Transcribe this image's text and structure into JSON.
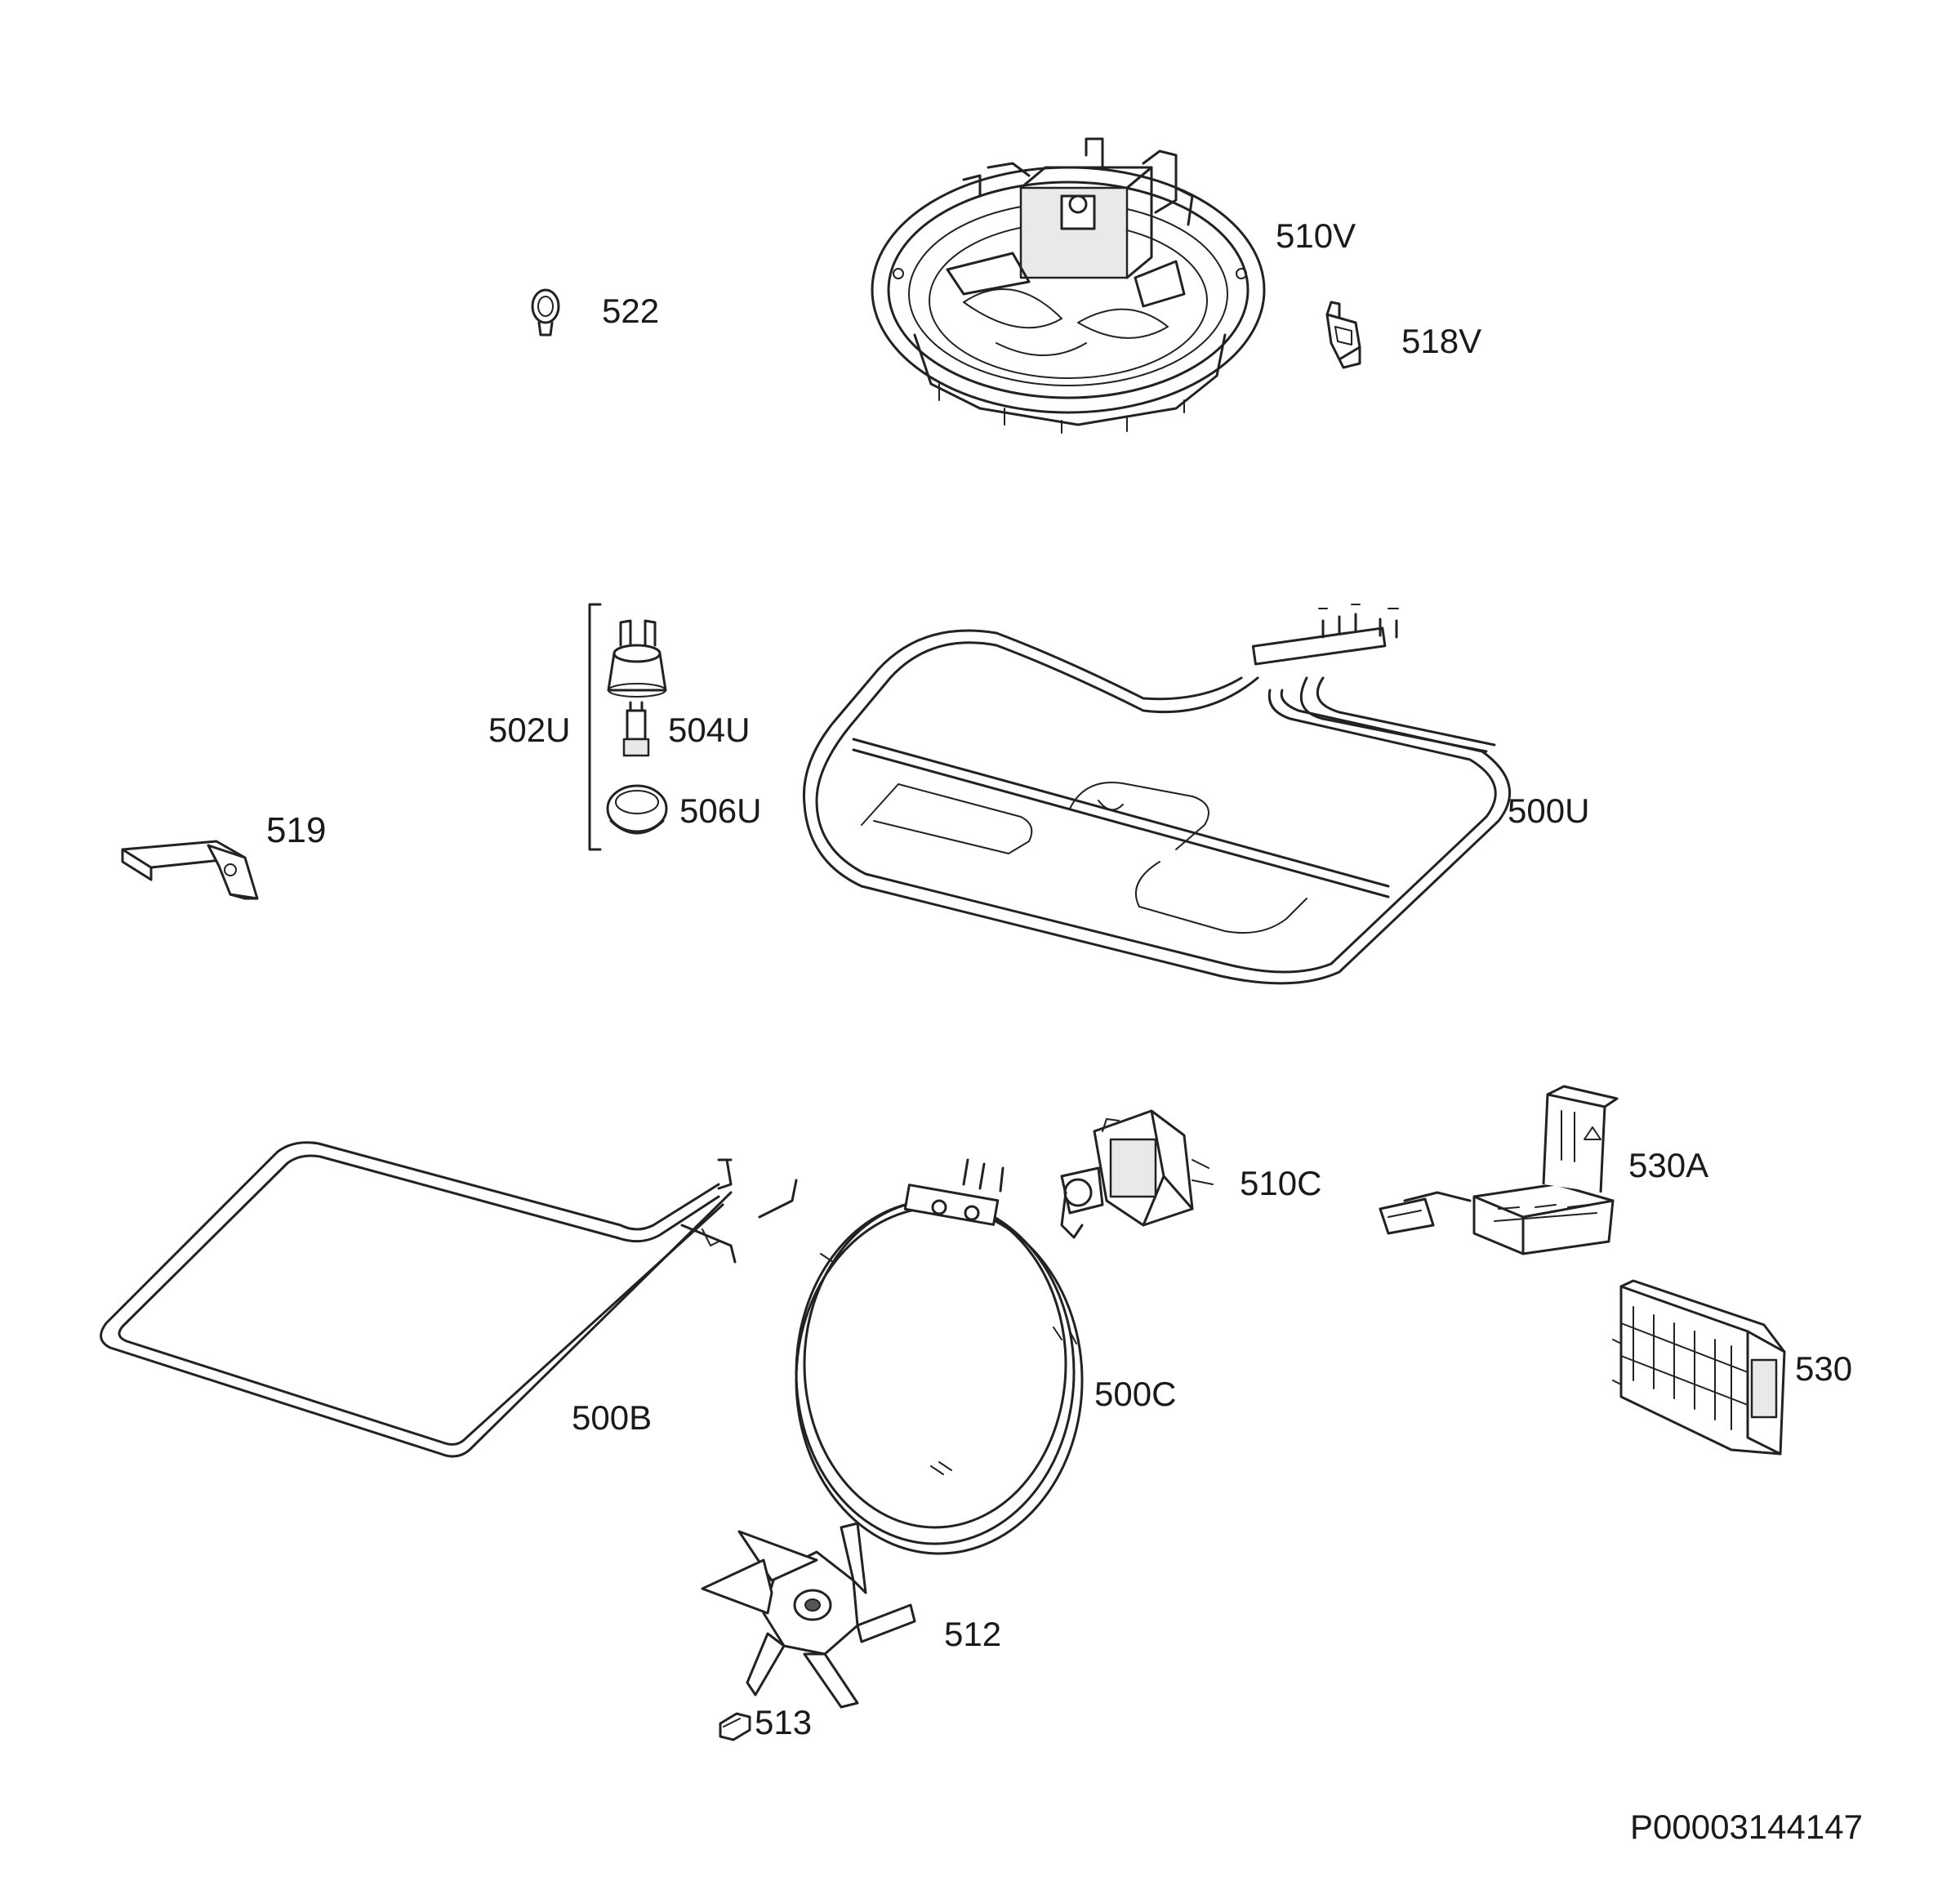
{
  "labels": {
    "l510V": "510V",
    "l522": "522",
    "l518V": "518V",
    "l502U": "502U",
    "l504U": "504U",
    "l506U": "506U",
    "l519": "519",
    "l500U": "500U",
    "l510C": "510C",
    "l530A": "530A",
    "l500B": "500B",
    "l500C": "500C",
    "l530": "530",
    "l512": "512",
    "l513": "513"
  },
  "drawing_code": "P00003144147"
}
